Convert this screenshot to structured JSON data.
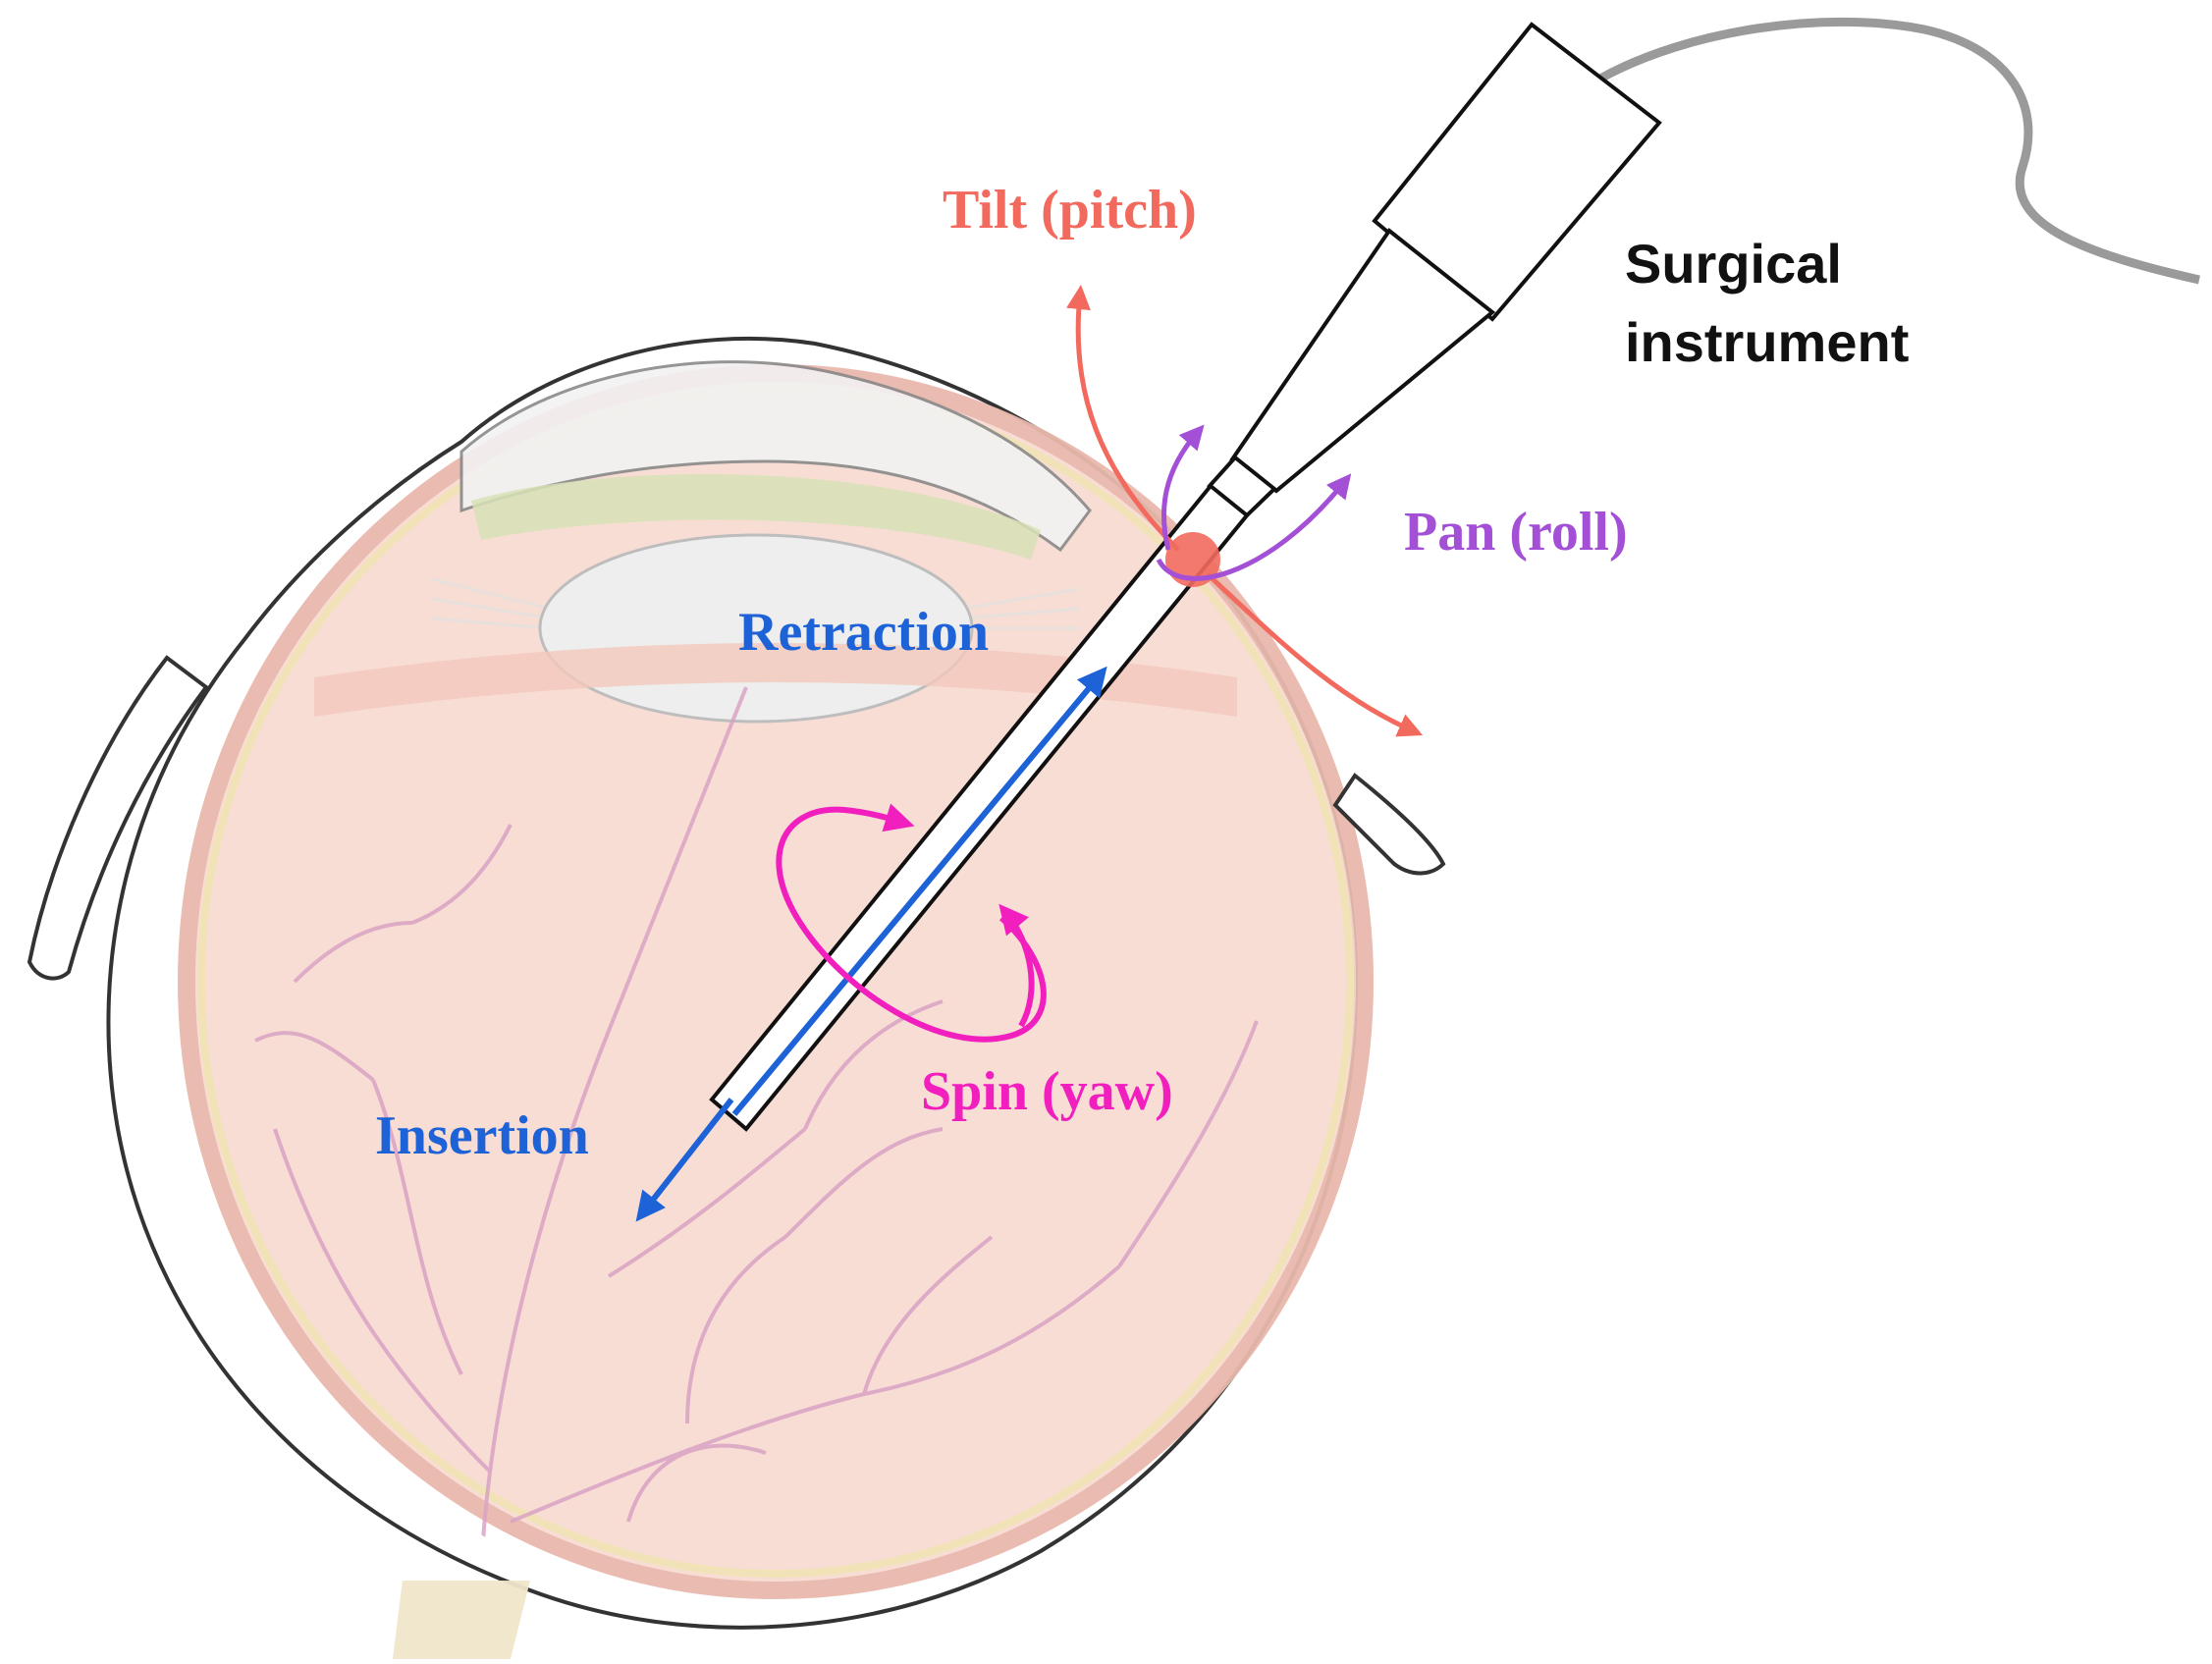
{
  "labels": {
    "tilt": "Tilt (pitch)",
    "pan": "Pan (roll)",
    "retraction": "Retraction",
    "insertion": "Insertion",
    "spin": "Spin (yaw)",
    "instrument_line1": "Surgical",
    "instrument_line2": "instrument"
  },
  "colors": {
    "tilt": "#f26a5e",
    "pan": "#a34fd6",
    "insertion_retraction": "#1d62d6",
    "spin": "#f21fbf",
    "instrument": "#111111",
    "cable": "#9a9a9a",
    "eye_fill": "#f8dcd3",
    "eye_outline": "#333333",
    "lens": "#eeeeee",
    "vessel": "#d9a3c4",
    "pivot": "#f26a5e"
  },
  "icons": {
    "eye": "eyeball-cross-section",
    "instrument": "surgical-instrument",
    "pivot": "pivot-point"
  }
}
